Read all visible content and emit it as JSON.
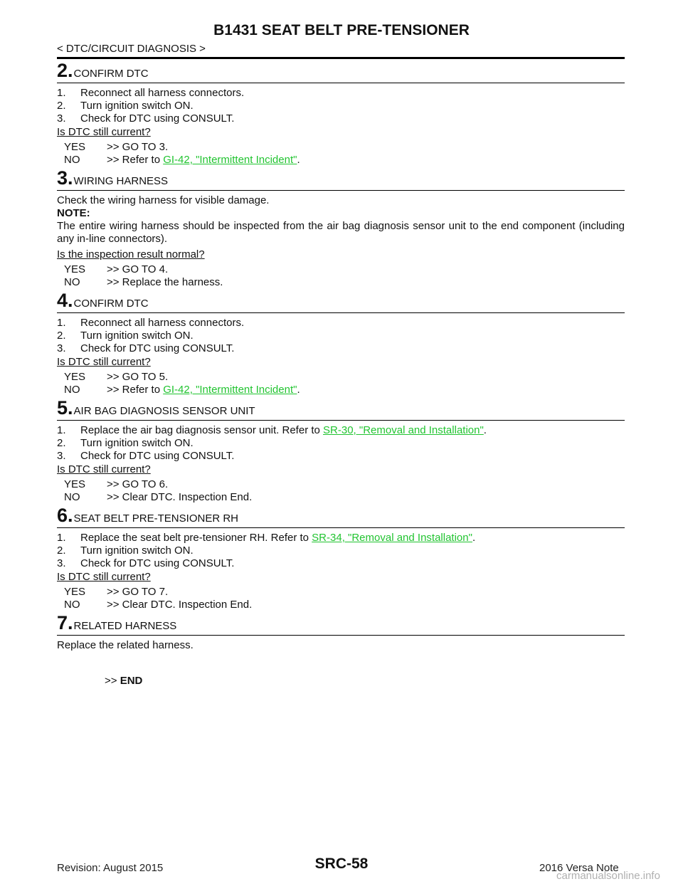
{
  "header": {
    "title": "B1431 SEAT BELT PRE-TENSIONER",
    "breadcrumb": "< DTC/CIRCUIT DIAGNOSIS >"
  },
  "steps": [
    {
      "num": "2",
      "title": "CONFIRM DTC",
      "items": [
        {
          "n": "1.",
          "text": "Reconnect all harness connectors."
        },
        {
          "n": "2.",
          "text": "Turn ignition switch ON."
        },
        {
          "n": "3.",
          "text": "Check for DTC using CONSULT."
        }
      ],
      "question": "Is DTC still current?",
      "yes": {
        "k": "YES",
        "text": ">> GO TO 3."
      },
      "no": {
        "k": "NO",
        "pre": ">> Refer to ",
        "link": "GI-42, \"Intermittent Incident\"",
        "post": "."
      }
    },
    {
      "num": "3",
      "title": "WIRING HARNESS",
      "body": "Check the wiring harness for visible damage.",
      "note_label": "NOTE:",
      "note": "The entire wiring harness should be inspected from the air bag diagnosis sensor unit to the end component (including any in-line connectors).",
      "question": "Is the inspection result normal?",
      "yes": {
        "k": "YES",
        "text": ">> GO TO 4."
      },
      "no": {
        "k": "NO",
        "text": ">> Replace the harness."
      }
    },
    {
      "num": "4",
      "title": "CONFIRM DTC",
      "items": [
        {
          "n": "1.",
          "text": "Reconnect all harness connectors."
        },
        {
          "n": "2.",
          "text": "Turn ignition switch ON."
        },
        {
          "n": "3.",
          "text": "Check for DTC using CONSULT."
        }
      ],
      "question": "Is DTC still current?",
      "yes": {
        "k": "YES",
        "text": ">> GO TO 5."
      },
      "no": {
        "k": "NO",
        "pre": ">> Refer to ",
        "link": "GI-42, \"Intermittent Incident\"",
        "post": "."
      }
    },
    {
      "num": "5",
      "title": "AIR BAG DIAGNOSIS SENSOR UNIT",
      "item1": {
        "n": "1.",
        "pre": "Replace the air bag diagnosis sensor unit. Refer to ",
        "link": "SR-30, \"Removal and Installation\"",
        "post": "."
      },
      "items": [
        {
          "n": "2.",
          "text": "Turn ignition switch ON."
        },
        {
          "n": "3.",
          "text": "Check for DTC using CONSULT."
        }
      ],
      "question": "Is DTC still current?",
      "yes": {
        "k": "YES",
        "text": ">> GO TO 6."
      },
      "no": {
        "k": "NO",
        "text": ">> Clear DTC. Inspection End."
      }
    },
    {
      "num": "6",
      "title": "SEAT BELT PRE-TENSIONER RH",
      "item1": {
        "n": "1.",
        "pre": "Replace the seat belt pre-tensioner RH. Refer to ",
        "link": "SR-34, \"Removal and Installation\"",
        "post": "."
      },
      "items": [
        {
          "n": "2.",
          "text": "Turn ignition switch ON."
        },
        {
          "n": "3.",
          "text": "Check for DTC using CONSULT."
        }
      ],
      "question": "Is DTC still current?",
      "yes": {
        "k": "YES",
        "text": ">> GO TO 7."
      },
      "no": {
        "k": "NO",
        "text": ">> Clear DTC. Inspection End."
      }
    },
    {
      "num": "7",
      "title": "RELATED HARNESS",
      "body": "Replace the related harness."
    }
  ],
  "end": {
    "arrow": ">>",
    "label": "END"
  },
  "footer": {
    "revision": "Revision: August 2015",
    "page": "SRC-58",
    "model": "2016 Versa Note",
    "watermark": "carmanualsonline.info"
  },
  "colors": {
    "link": "#22c431",
    "text": "#111111",
    "watermark": "#b0b0b0"
  }
}
